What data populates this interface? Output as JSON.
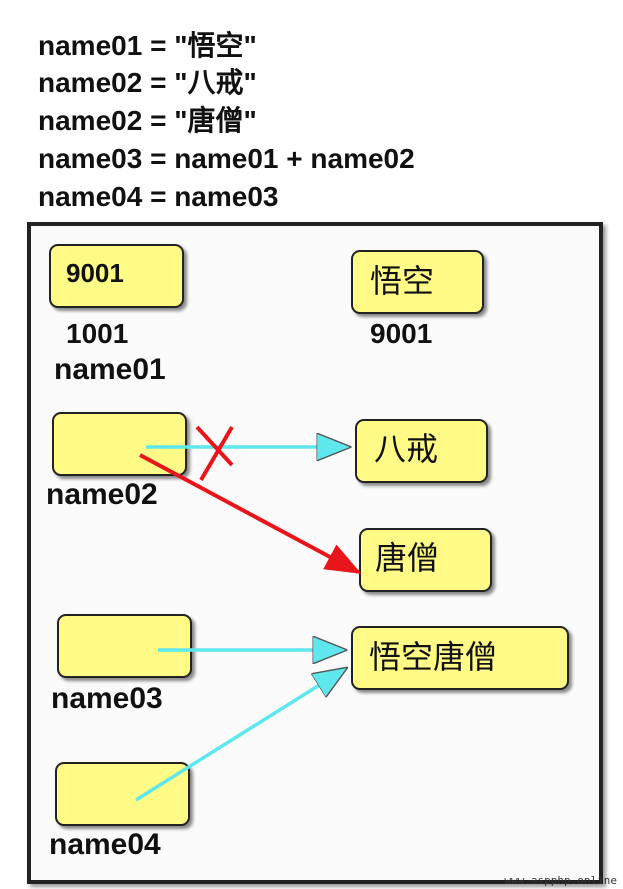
{
  "code_lines": [
    "name01 = \"悟空\"",
    "name02 = \"八戒\"",
    "name02 = \"唐僧\"",
    "name03 = name01 + name02",
    "name04 = name03"
  ],
  "variables": {
    "name01": {
      "label": "name01",
      "value": "9001",
      "address": "1001"
    },
    "name02": {
      "label": "name02"
    },
    "name03": {
      "label": "name03"
    },
    "name04": {
      "label": "name04"
    }
  },
  "objects": {
    "wukong": {
      "text": "悟空",
      "address": "9001"
    },
    "bajie": {
      "text": "八戒"
    },
    "tangseng": {
      "text": "唐僧"
    },
    "wukong_tangseng": {
      "text": "悟空唐僧"
    }
  },
  "colors": {
    "box_fill": "#fffb86",
    "arrow_cyan": "#5ee8ee",
    "arrow_red": "#e8161b",
    "border": "#222222"
  },
  "watermark": "www.aspphp.online"
}
